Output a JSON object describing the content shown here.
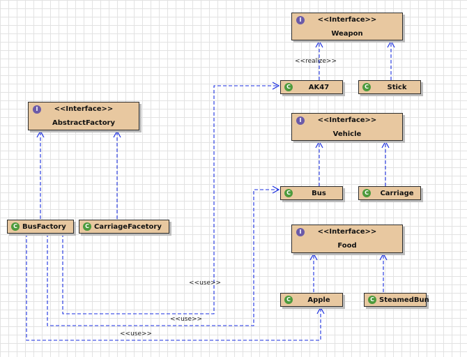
{
  "icons": {
    "interface_badge": "I",
    "class_badge": "C"
  },
  "colors": {
    "node_fill": "#e8c8a0",
    "link_color": "#1a2ee0",
    "interface_badge": "#6b5aa8",
    "class_badge": "#4c9a3c"
  },
  "interfaces": {
    "weapon": {
      "stereotype": "<<Interface>>",
      "name": "Weapon"
    },
    "vehicle": {
      "stereotype": "<<Interface>>",
      "name": "Vehicle"
    },
    "food": {
      "stereotype": "<<Interface>>",
      "name": "Food"
    },
    "abstract_factory": {
      "stereotype": "<<Interface>>",
      "name": "AbstractFactory"
    }
  },
  "classes": {
    "ak47": "AK47",
    "stick": "Stick",
    "bus": "Bus",
    "carriage": "Carriage",
    "apple": "Apple",
    "steamed_bun": "SteamedBun",
    "bus_factory": "BusFactory",
    "carriage_factory": "CarriageFacetory"
  },
  "labels": {
    "realize": "<<realize>>",
    "use_1": "<<use>>",
    "use_2": "<<use>>",
    "use_3": "<<use>>"
  }
}
